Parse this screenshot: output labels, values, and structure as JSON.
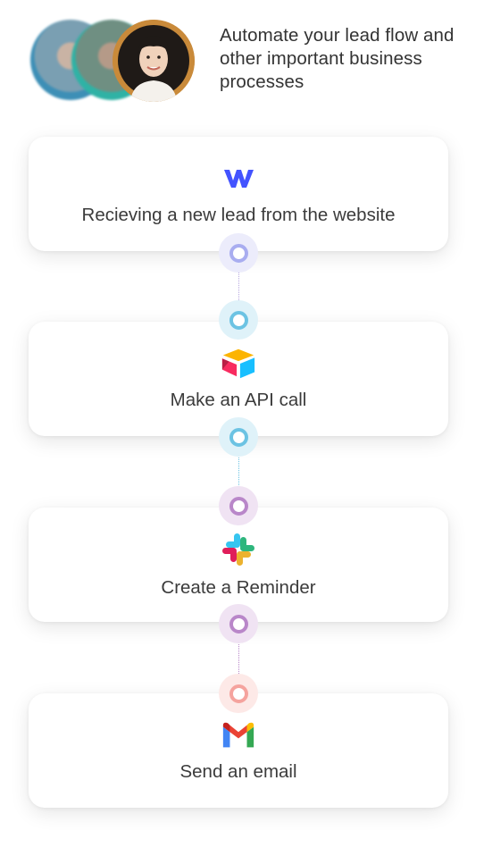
{
  "header": {
    "text": "Automate your lead flow and other important business processes",
    "avatars": [
      "avatar-person-1",
      "avatar-person-2",
      "avatar-person-3"
    ]
  },
  "steps": [
    {
      "icon": "webflow-icon",
      "label": "Recieving a new lead from the website"
    },
    {
      "icon": "airtable-icon",
      "label": "Make an API call"
    },
    {
      "icon": "slack-icon",
      "label": "Create a Reminder"
    },
    {
      "icon": "gmail-icon",
      "label": "Send an email"
    }
  ],
  "colors": {
    "webflow": "#4353ff",
    "node_purple_blue": "#a9adf0",
    "node_cyan": "#6cc3e3",
    "node_purple": "#b987c9",
    "node_pink": "#f5a39e"
  }
}
